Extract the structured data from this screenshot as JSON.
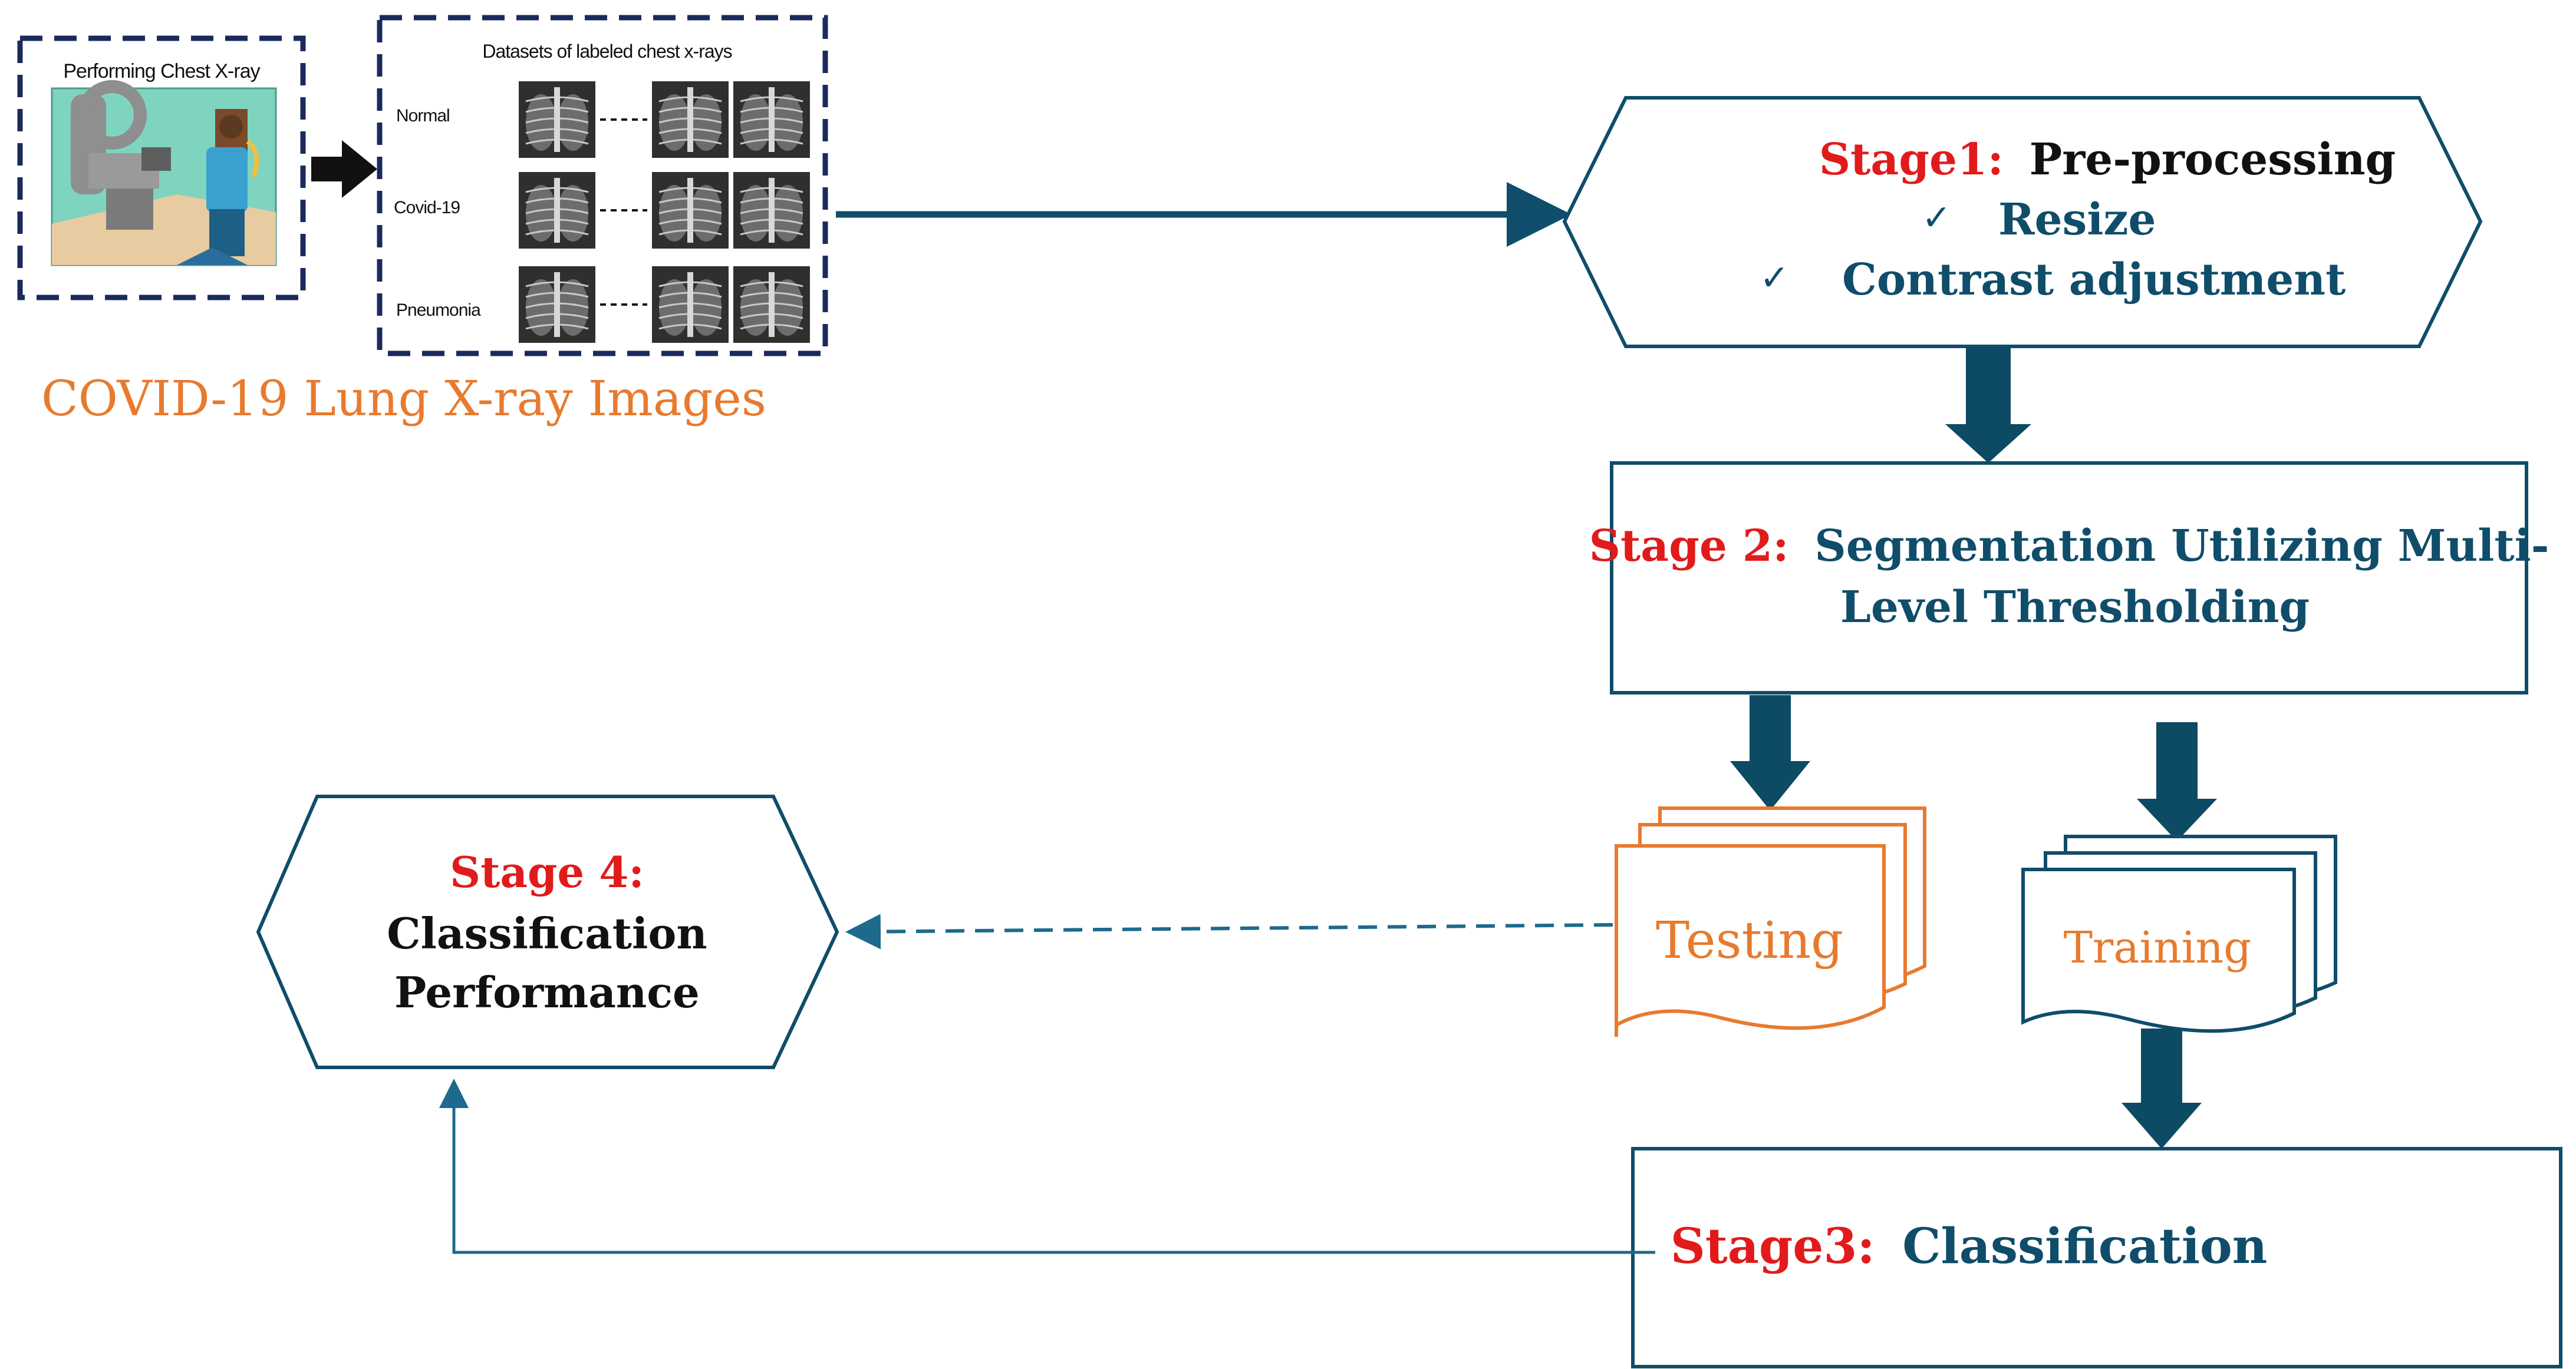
{
  "colors": {
    "navy": "#0f4d6a",
    "dark_arrow": "#0d4a63",
    "red_label": "#e11b1b",
    "orange": "#e87a2e",
    "black": "#111111",
    "dashed_box": "#1b2a5c",
    "grey_xray": "#3a3a3a"
  },
  "input": {
    "performing_title": "Performing Chest X-ray",
    "datasets_title": "Datasets of labeled chest x-rays",
    "rows": [
      "Normal",
      "Covid-19",
      "Pneumonia"
    ],
    "caption": "COVID-19 Lung X-ray Images",
    "icons": [
      "xray-machine-illustration",
      "chest-xray-thumbnail"
    ]
  },
  "stage1": {
    "prefix": "Stage1:",
    "title": "Pre-processing",
    "items": [
      "Resize",
      "Contrast adjustment"
    ],
    "check": "✓"
  },
  "stage2": {
    "prefix": "Stage 2:",
    "line1": "Segmentation Utilizing Multi-",
    "line2": "Level Thresholding"
  },
  "testing": {
    "label": "Testing"
  },
  "training": {
    "label": "Training"
  },
  "stage3": {
    "prefix": "Stage3:",
    "title": "Classification"
  },
  "stage4": {
    "prefix": "Stage 4:",
    "line1": "Classification",
    "line2": "Performance"
  }
}
